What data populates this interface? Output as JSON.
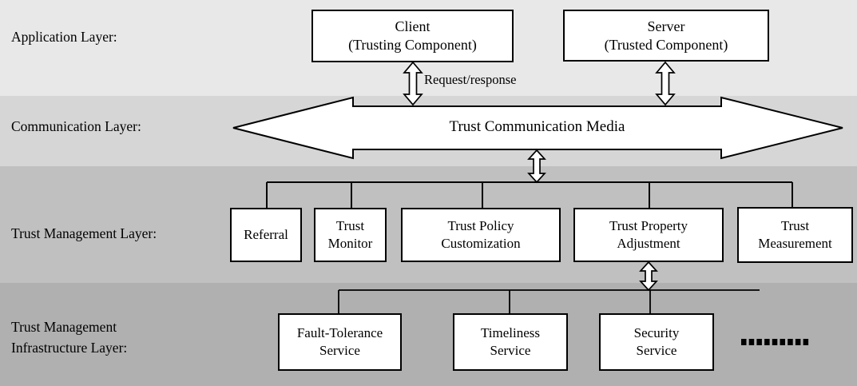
{
  "layers": {
    "application": {
      "label": "Application Layer:",
      "band_color": "#e8e8e8"
    },
    "communication": {
      "label": "Communication Layer:",
      "band_color": "#d6d6d6"
    },
    "trust_management": {
      "label": "Trust Management Layer:",
      "band_color": "#c0c0c0"
    },
    "infrastructure": {
      "label_line1": "Trust Management",
      "label_line2": "Infrastructure Layer:",
      "band_color": "#b0b0b0"
    }
  },
  "application": {
    "client_box": {
      "title": "Client",
      "subtitle": "(Trusting Component)"
    },
    "server_box": {
      "title": "Server",
      "subtitle": "(Trusted Component)"
    },
    "link_label": "Request/response"
  },
  "communication": {
    "media_label": "Trust Communication Media"
  },
  "trust_management": {
    "modules": [
      {
        "label": "Referral"
      },
      {
        "label": "Trust Monitor"
      },
      {
        "label": "Trust Policy Customization"
      },
      {
        "label": "Trust Property Adjustment"
      },
      {
        "label": "Trust Measurement"
      }
    ]
  },
  "infrastructure": {
    "services": [
      {
        "label": "Fault-Tolerance Service"
      },
      {
        "label": "Timeliness Service"
      },
      {
        "label": "Security Service"
      }
    ],
    "ellipsis_icon": "more-services-dashed-line"
  },
  "diagram_colors": {
    "box_fill": "#ffffff",
    "line": "#000000",
    "arrow_fill": "#ffffff"
  }
}
